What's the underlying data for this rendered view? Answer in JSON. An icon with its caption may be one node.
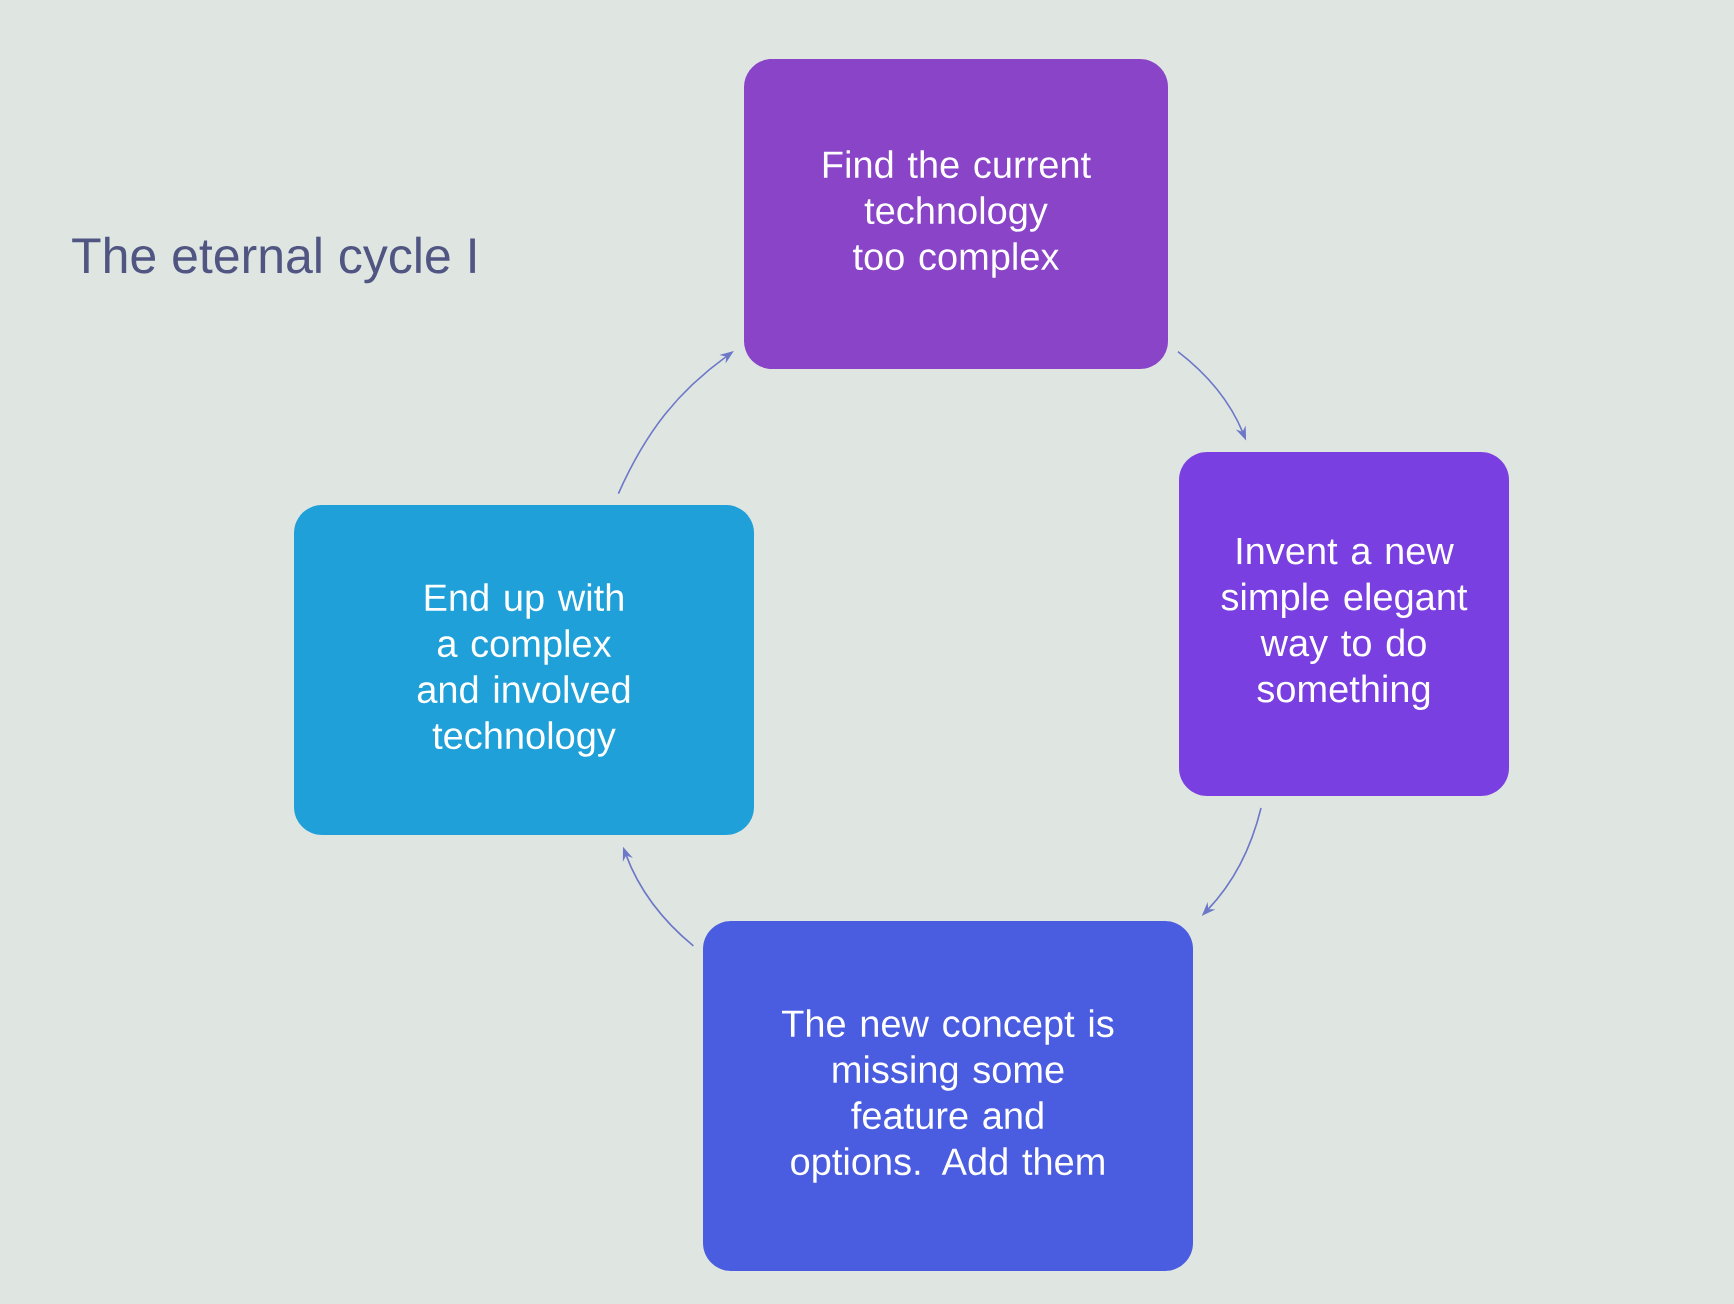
{
  "diagram": {
    "title": "The eternal cycle I",
    "nodes": [
      {
        "text": [
          "Find the current technology too complex"
        ]
      },
      {
        "text": [
          "Invent a new simple elegant way to do something"
        ]
      },
      {
        "text": [
          "The new concept is missing some feature and options. Add them"
        ]
      },
      {
        "text": [
          "End up with a complex and involved technology"
        ]
      }
    ],
    "edges": [
      {
        "from": 0,
        "to": 1,
        "arrow": "to"
      },
      {
        "from": 1,
        "to": 2,
        "arrow": "to"
      },
      {
        "from": 2,
        "to": 3,
        "arrow": "to"
      },
      {
        "from": 3,
        "to": 0,
        "arrow": "to"
      }
    ]
  }
}
